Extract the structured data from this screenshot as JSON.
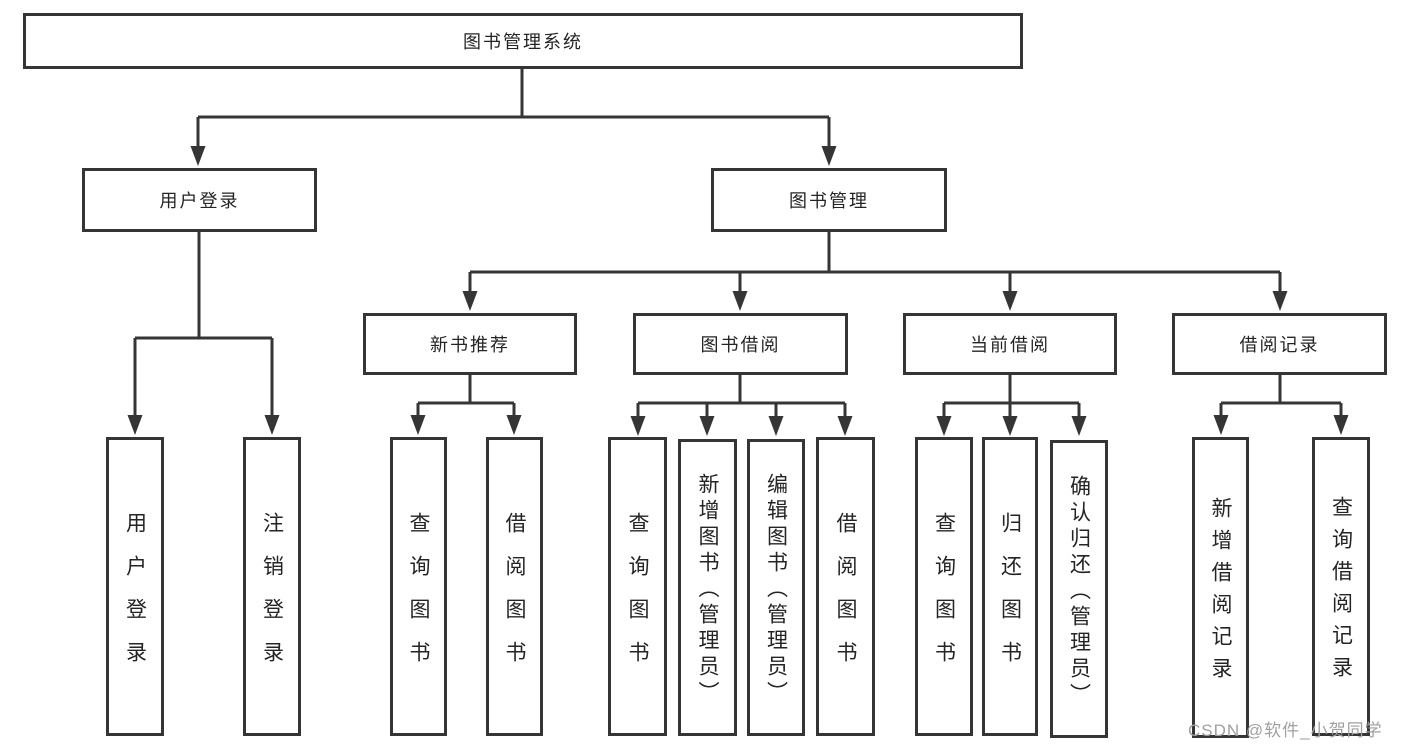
{
  "colors": {
    "background": "#ffffff",
    "box_border": "#353535",
    "box_fill": "#ffffff",
    "connector": "#353535",
    "text": "#242424",
    "watermark": "#a0a0a0"
  },
  "tree": {
    "root": {
      "label": "图书管理系统"
    },
    "children": [
      {
        "label": "用户登录",
        "children": [
          {
            "label": "用户登录"
          },
          {
            "label": "注销登录"
          }
        ]
      },
      {
        "label": "图书管理",
        "children": [
          {
            "label": "新书推荐",
            "children": [
              {
                "label": "查询图书"
              },
              {
                "label": "借阅图书"
              }
            ]
          },
          {
            "label": "图书借阅",
            "children": [
              {
                "label": "查询图书"
              },
              {
                "label": "新增图书（管理员）"
              },
              {
                "label": "编辑图书（管理员）"
              },
              {
                "label": "借阅图书"
              }
            ]
          },
          {
            "label": "当前借阅",
            "children": [
              {
                "label": "查询图书"
              },
              {
                "label": "归还图书"
              },
              {
                "label": "确认归还（管理员）"
              }
            ]
          },
          {
            "label": "借阅记录",
            "children": [
              {
                "label": "新增借阅记录"
              },
              {
                "label": "查询借阅记录"
              }
            ]
          }
        ]
      }
    ]
  },
  "watermark": {
    "text": "CSDN @软件_小贺同学"
  }
}
